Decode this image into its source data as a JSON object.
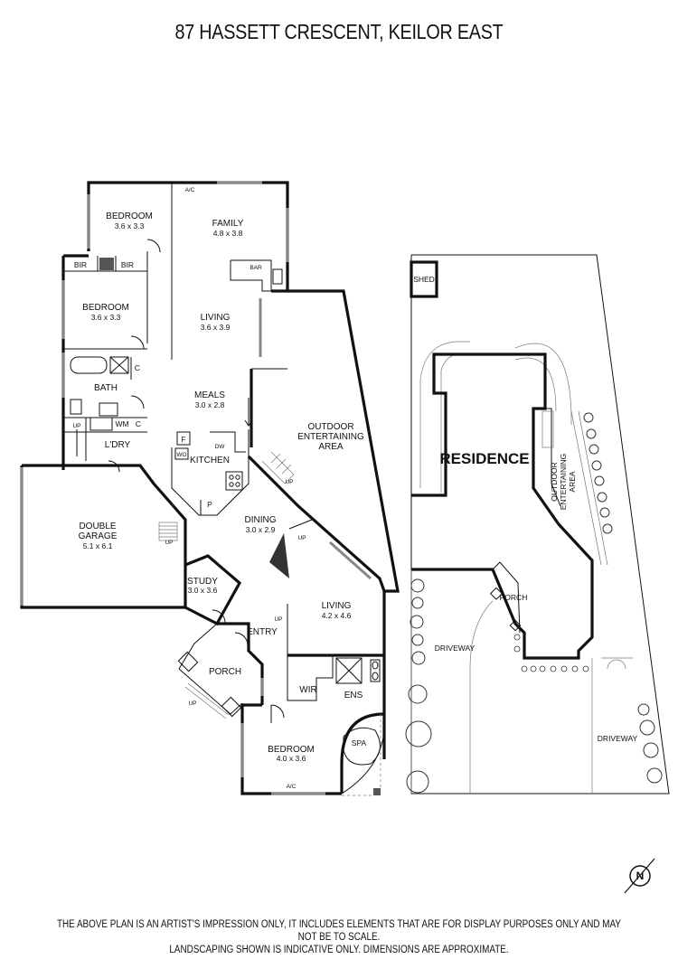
{
  "title": "87 HASSETT CRESCENT, KEILOR EAST",
  "rooms": {
    "bedroom_nw": {
      "name": "BEDROOM",
      "size": "3.6 x 3.3"
    },
    "family": {
      "name": "FAMILY",
      "size": "4.8 x 3.8"
    },
    "bir_1": "BIR",
    "bir_2": "BIR",
    "bar": "BAR",
    "ac_top": "A/C",
    "bedroom_w": {
      "name": "BEDROOM",
      "size": "3.6 x 3.3"
    },
    "living_n": {
      "name": "LIVING",
      "size": "3.6 x 3.9"
    },
    "bath": "BATH",
    "closet_1": "C",
    "closet_2": "C",
    "wm": "WM",
    "up_ldry": "UP",
    "meals": {
      "name": "MEALS",
      "size": "3.0 x 2.8"
    },
    "ldry": "L'DRY",
    "f": "F",
    "dw": "DW",
    "wo": "WO",
    "kitchen": "KITCHEN",
    "pantry": "P",
    "outdoor": {
      "line1": "OUTDOOR",
      "line2": "ENTERTAINING",
      "line3": "AREA"
    },
    "up_outdoor": "UP",
    "garage": {
      "line1": "DOUBLE",
      "line2": "GARAGE",
      "size": "5.1 x 6.1"
    },
    "up_garage": "UP",
    "dining": {
      "name": "DINING",
      "size": "3.0 x 2.9"
    },
    "up_dining": "UP",
    "study": {
      "name": "STUDY",
      "size": "3.0 x 3.6"
    },
    "living_s": {
      "name": "LIVING",
      "size": "4.2 x 4.6"
    },
    "up_living": "UP",
    "entry": "ENTRY",
    "porch": "PORCH",
    "up_porch": "UP",
    "wir": "WIR",
    "ens": "ENS",
    "spa": "SPA",
    "bedroom_s": {
      "name": "BEDROOM",
      "size": "4.0 x 3.6"
    },
    "ac_bottom": "A/C"
  },
  "site": {
    "shed": "SHED",
    "residence": "RESIDENCE",
    "outdoor": {
      "line1": "OUTDOOR",
      "line2": "ENTERTAINING",
      "line3": "AREA"
    },
    "porch": "PORCH",
    "driveway_1": "DRIVEWAY",
    "driveway_2": "DRIVEWAY"
  },
  "compass": "N",
  "disclaimer": {
    "line1": "THE ABOVE PLAN IS AN ARTIST'S IMPRESSION ONLY, IT INCLUDES ELEMENTS THAT ARE FOR DISPLAY PURPOSES ONLY AND MAY NOT BE TO SCALE.",
    "line2": "LANDSCAPING SHOWN IS INDICATIVE ONLY. DIMENSIONS ARE APPROXIMATE."
  }
}
